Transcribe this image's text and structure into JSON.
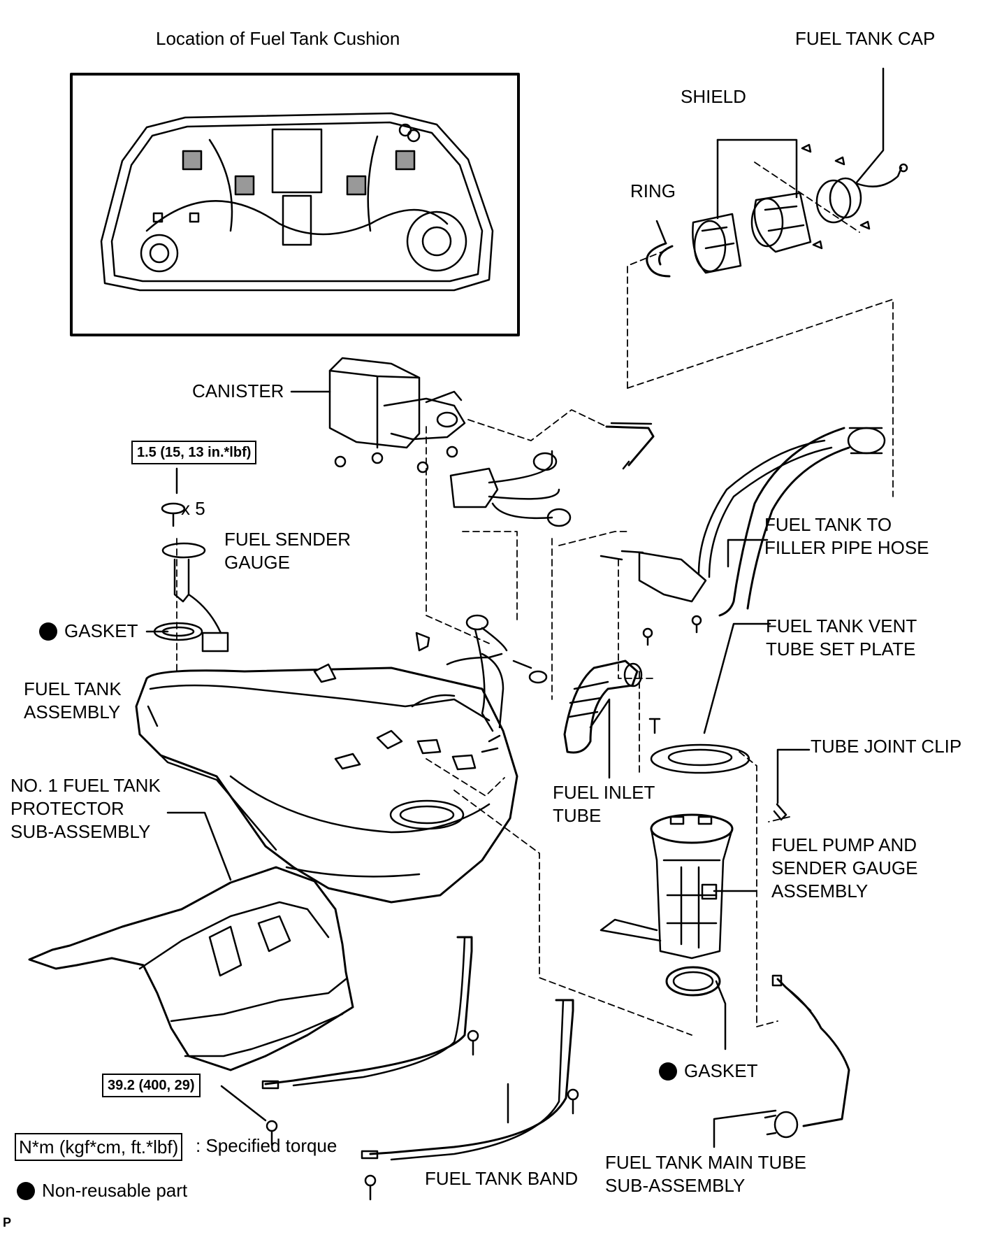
{
  "header": {
    "title": "Location of Fuel Tank Cushion"
  },
  "labels": {
    "fuel_tank_cap": "FUEL TANK CAP",
    "shield": "SHIELD",
    "ring": "RING",
    "canister": "CANISTER",
    "fuel_sender_gauge": [
      "FUEL SENDER",
      "GAUGE"
    ],
    "gasket_top": "GASKET",
    "fuel_tank_to_filler_pipe_hose": [
      "FUEL TANK TO",
      "FILLER PIPE HOSE"
    ],
    "fuel_tank_vent_tube_set_plate": [
      "FUEL TANK VENT",
      "TUBE SET PLATE"
    ],
    "fuel_tank_assembly": [
      "FUEL TANK",
      "ASSEMBLY"
    ],
    "tube_joint_clip": "TUBE JOINT CLIP",
    "no1_fuel_tank_protector": [
      "NO. 1 FUEL TANK",
      "PROTECTOR",
      "SUB-ASSEMBLY"
    ],
    "fuel_inlet_tube": [
      "FUEL INLET",
      "TUBE"
    ],
    "fuel_pump_and_sender_gauge": [
      "FUEL PUMP AND",
      "SENDER GAUGE",
      "ASSEMBLY"
    ],
    "gasket_bottom": "GASKET",
    "fuel_tank_band": "FUEL TANK BAND",
    "fuel_tank_main_tube": [
      "FUEL TANK MAIN TUBE",
      "SUB-ASSEMBLY"
    ],
    "quantity": "x 5"
  },
  "torque": {
    "sender_screws": "1.5 (15, 13 in.*lbf)",
    "band_bolt": "39.2 (400, 29)"
  },
  "legend": {
    "torque_box": "N*m (kgf*cm, ft.*lbf)",
    "torque_text": ": Specified torque",
    "nonreusable_text": "Non-reusable part"
  },
  "footer": {
    "mark": "P"
  }
}
